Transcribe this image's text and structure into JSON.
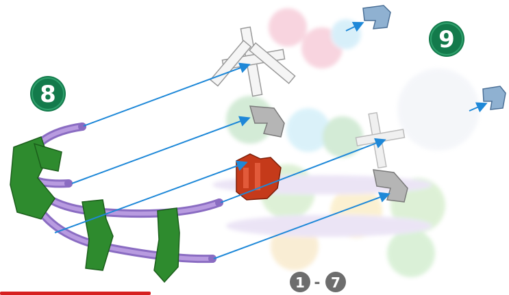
{
  "steps": {
    "step_8_label": "8",
    "step_9_label": "9",
    "range_start_label": "1",
    "range_separator": "-",
    "range_end_label": "7"
  },
  "colors": {
    "badge_green": "#137a4b",
    "range_gray": "#6d6d6d",
    "arrow_blue": "#1e88d8",
    "rod_purple": "#a98ad6",
    "connector_green": "#2e8b2e",
    "red_piece": "#c53a1a",
    "clip_blue": "#8fb1d1",
    "gray_clip": "#a9a9a9",
    "footer_red": "#d62020"
  },
  "icons": {
    "snowflake": "white-snowflake-connector-icon",
    "clip": "gray-c-clip-icon",
    "red_block": "red-connector-icon",
    "blue_clip": "blue-clip-icon"
  }
}
